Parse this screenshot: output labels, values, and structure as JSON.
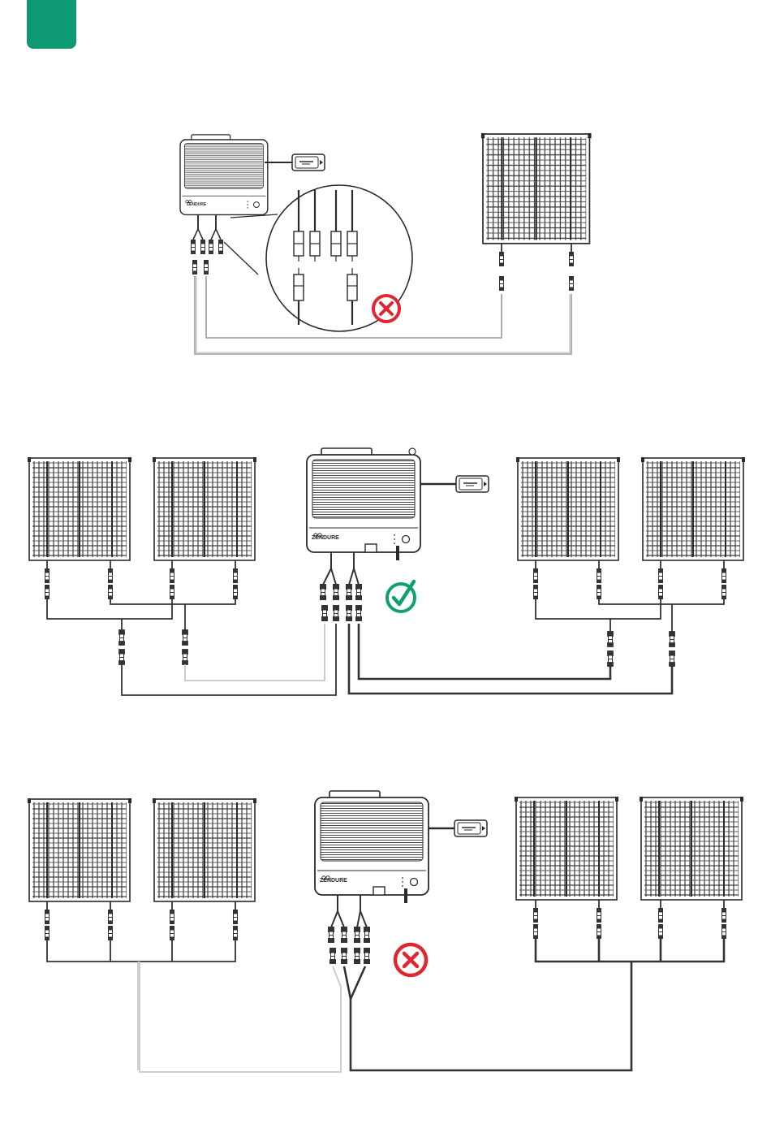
{
  "page": {
    "accent_color": "#0d9a72",
    "wrong_color": "#e0262f",
    "correct_color": "#10a070"
  },
  "inverter": {
    "brand_label": "ZENDURE"
  },
  "icons": {
    "wrong": "cross-circle-icon",
    "correct": "check-circle-icon",
    "brand": "zendure-logo-icon"
  },
  "diagrams": [
    {
      "id": "single-panel-wrong-connector",
      "verdict": "wrong"
    },
    {
      "id": "four-panels-two-strings",
      "verdict": "correct"
    },
    {
      "id": "four-panels-mixed-strings",
      "verdict": "wrong"
    }
  ]
}
